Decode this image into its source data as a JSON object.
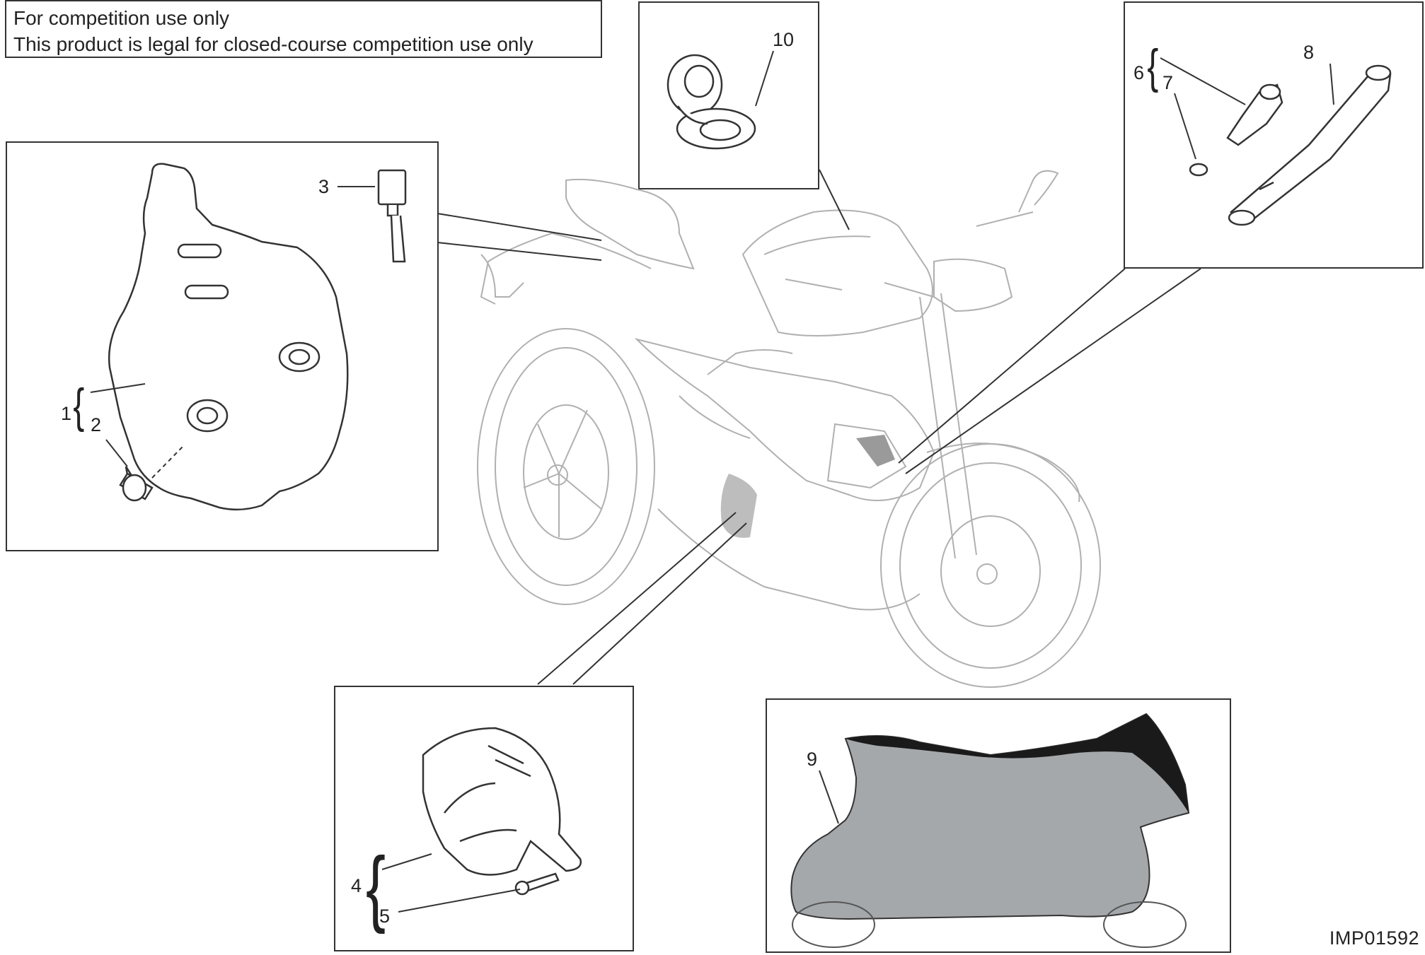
{
  "notice": {
    "line1": "For competition use only",
    "line2": "This product is legal for closed-course competition use only"
  },
  "callouts": {
    "c1": "1",
    "c2": "2",
    "c3": "3",
    "c4": "4",
    "c5": "5",
    "c6": "6",
    "c7": "7",
    "c8": "8",
    "c9": "9",
    "c10": "10"
  },
  "image_code": "IMP01592",
  "colors": {
    "line": "#333333",
    "cover_fill": "#a5a8ab",
    "cover_dark": "#1a1a1a",
    "bike_line": "#b0b0b0"
  }
}
